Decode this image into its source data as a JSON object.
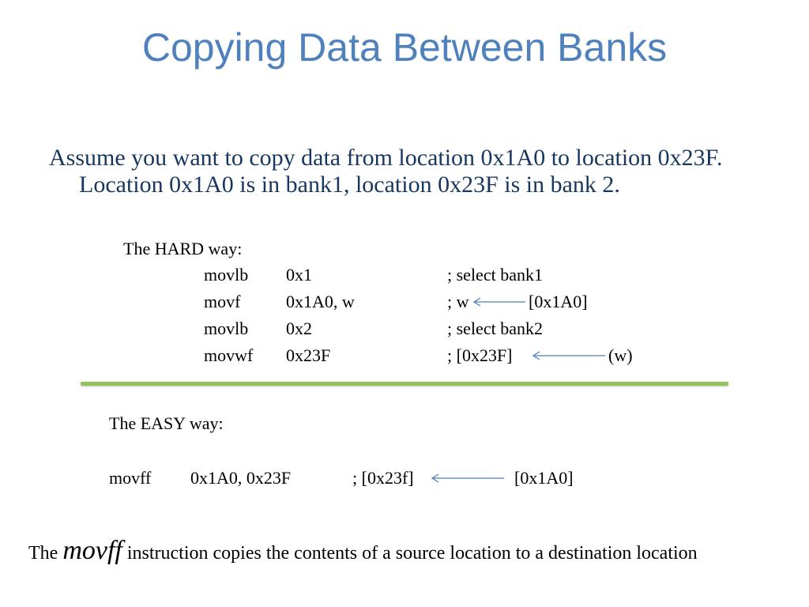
{
  "title": "Copying Data Between Banks",
  "bullet": "Assume you want to copy data from location 0x1A0 to location 0x23F. Location 0x1A0 is in bank1, location 0x23F is in bank 2.",
  "hard": {
    "label": "The HARD way:",
    "rows": [
      {
        "op": "movlb",
        "arg": "0x1",
        "comment": "; select bank1",
        "tail": ""
      },
      {
        "op": "movf",
        "arg": "0x1A0, w",
        "comment": "; w",
        "tail": "[0x1A0]"
      },
      {
        "op": "movlb",
        "arg": "0x2",
        "comment": "; select bank2",
        "tail": ""
      },
      {
        "op": "movwf",
        "arg": "0x23F",
        "comment": "; [0x23F]",
        "tail": "(w)"
      }
    ]
  },
  "easy": {
    "label": "The EASY way:",
    "op": "movff",
    "arg": "0x1A0, 0x23F",
    "comment": "; [0x23f]",
    "tail": "[0x1A0]"
  },
  "footer": {
    "pre": "The ",
    "em": "movff",
    "post": " instruction copies the contents of a source location to a destination location"
  },
  "colors": {
    "title": "#4f81bd",
    "bullet": "#17375e",
    "divider": "#93c15a",
    "arrow": "#4f81bd"
  }
}
